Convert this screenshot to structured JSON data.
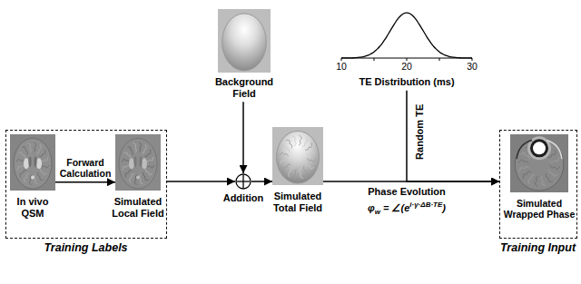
{
  "diagram": {
    "nodes": [
      {
        "text": [
          "Training Labels"
        ]
      },
      {
        "text": [
          "In vivo QSM"
        ],
        "in": 0
      },
      {
        "text": [
          "Simulated Local Field"
        ],
        "in": 0
      },
      {
        "text": [
          "Background Field"
        ]
      },
      {
        "text": [
          "Addition"
        ]
      },
      {
        "text": [
          "Simulated Total Field"
        ]
      },
      {
        "text": [
          "TE Distribution (ms)"
        ]
      },
      {
        "text": [
          "Training Input"
        ]
      },
      {
        "text": [
          "Simulated Wrapped Phase"
        ],
        "in": 7
      }
    ],
    "edges": [
      {
        "from": 1,
        "to": 2,
        "arrow": "to",
        "label": "Forward Calculation"
      },
      {
        "from": 0,
        "to": 4,
        "arrow": "to"
      },
      {
        "from": 3,
        "to": 4,
        "arrow": "to"
      },
      {
        "from": 4,
        "to": 5,
        "arrow": "to"
      },
      {
        "from": 5,
        "to": 7,
        "arrow": "to",
        "label": "Phase Evolution"
      },
      {
        "from": 6,
        "to": 7,
        "arrow": "to",
        "label": "Random TE"
      }
    ],
    "labels": [
      "10",
      "20",
      "30",
      "φ",
      "w",
      "= ∠(e",
      "i·γ·ΔB·TE",
      ")"
    ]
  }
}
